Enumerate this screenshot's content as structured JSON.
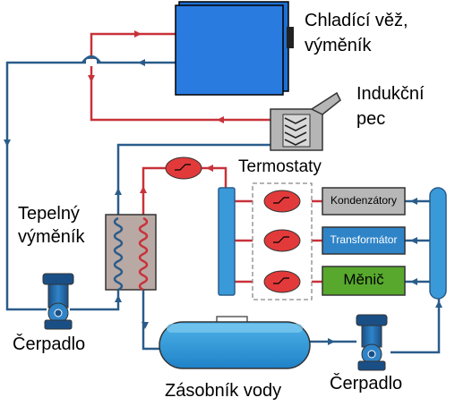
{
  "labels": {
    "cooling_tower_line1": "Chladící věž,",
    "cooling_tower_line2": "výměník",
    "furnace_line1": "Indukční",
    "furnace_line2": "pec",
    "thermostats": "Termostaty",
    "heat_exchanger_line1": "Tepelný",
    "heat_exchanger_line2": "výměník",
    "pump_left": "Čerpadlo",
    "pump_right": "Čerpadlo",
    "water_tank": "Zásobník vody",
    "capacitors": "Kondenzátory",
    "transformer": "Transformátor",
    "inverter": "Měnič"
  },
  "colors": {
    "hot_pipe": "#c8323a",
    "cold_pipe": "#2a5c8a",
    "equipment_blue": "#1f6fd1",
    "manifold_blue": "#3a9ad9",
    "thermostat_red": "#e23a3a",
    "capacitors_box": "#b7b7b7",
    "transformer_box": "#2f84c8",
    "inverter_box": "#58a82e",
    "furnace_box": "#b5b5b5"
  }
}
